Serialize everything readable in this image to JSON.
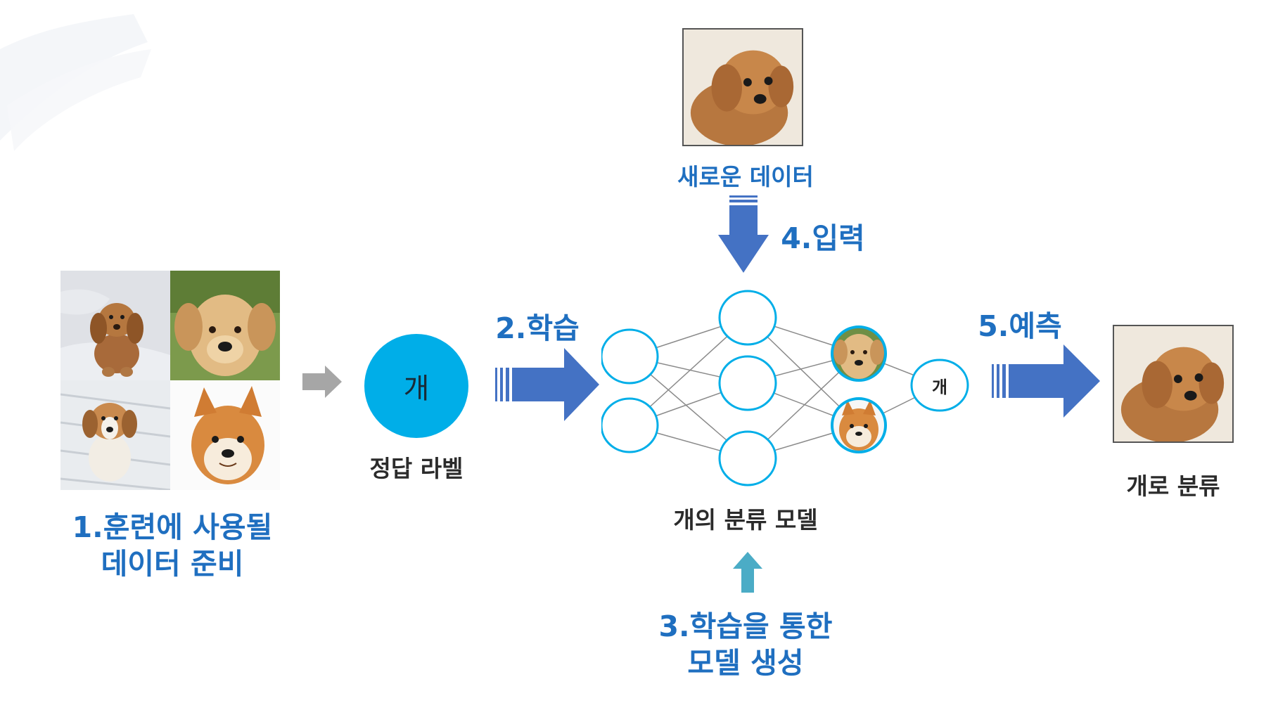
{
  "steps": {
    "step1_line1": "1.훈련에 사용될",
    "step1_line2": "데이터 준비",
    "step2": "2.학습",
    "step3_line1": "3.학습을 통한",
    "step3_line2": "모델 생성",
    "step4": "4.입력",
    "step5": "5.예측"
  },
  "captions": {
    "correct_label": "정답 라벨",
    "new_data": "새로운 데이터",
    "model": "개의 분류 모델",
    "result": "개로 분류"
  },
  "label_circle_text": "개",
  "output_node_text": "개",
  "colors": {
    "step_text": "#1f6fc0",
    "arrow_blue": "#4472c4",
    "arrow_teal": "#4bacc6",
    "arrow_gray": "#a6a6a6",
    "label_circle": "#00aee8",
    "node_stroke": "#00aee8"
  },
  "images": [
    "cocker-spaniel-puppy-photo",
    "labrador-puppy-photo",
    "beagle-puppy-photo",
    "shiba-inu-photo",
    "poodle-puppy-photo"
  ]
}
